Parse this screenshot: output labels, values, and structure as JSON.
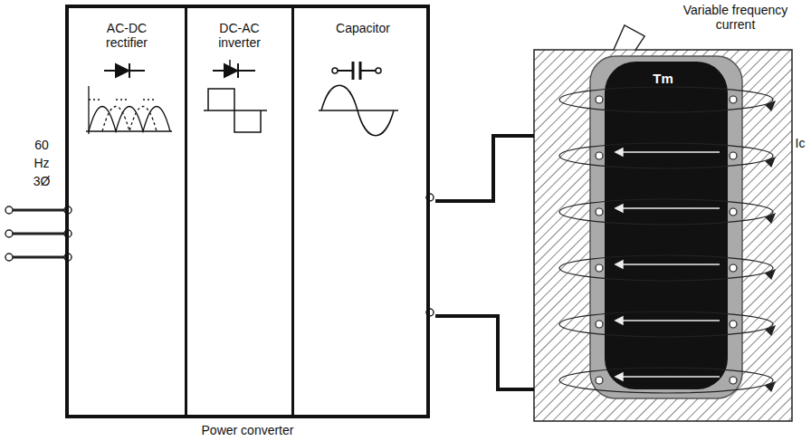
{
  "diagram": {
    "nodes": [
      {
        "text": [
          "Power converter"
        ]
      },
      {
        "text": [
          "AC-DC rectifier"
        ],
        "in": 0
      },
      {
        "text": [
          "DC-AC inverter"
        ],
        "in": 0
      },
      {
        "text": [
          "Capacitor"
        ],
        "in": 0
      },
      {
        "text": [
          "Tm"
        ]
      }
    ],
    "edges": [
      {
        "from": 3,
        "to": 4,
        "arrow": "none"
      },
      {
        "from": 3,
        "to": 4,
        "arrow": "none"
      }
    ],
    "labels": [
      "60 Hz 3Ø",
      "Variable frequency current",
      "Ic"
    ]
  }
}
